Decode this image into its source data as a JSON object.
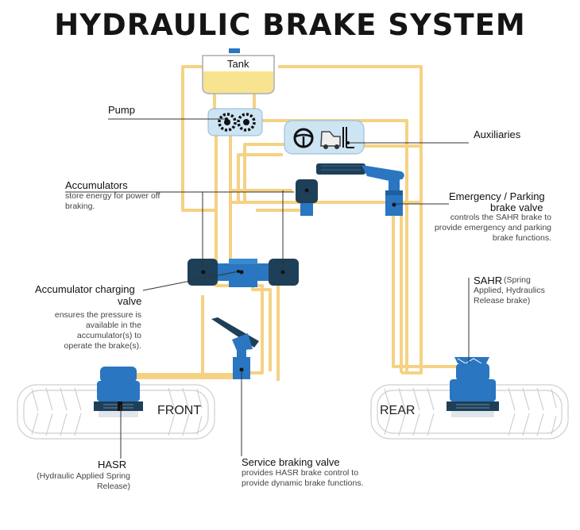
{
  "title": "HYDRAULIC BRAKE SYSTEM",
  "labels": {
    "tank": "Tank",
    "pump": "Pump",
    "auxiliaries": "Auxiliaries",
    "accumulators": "Accumulators",
    "accumulators_desc": "store energy for power off braking.",
    "emergency_title_1": "Emergency / Parking",
    "emergency_title_2": "brake valve",
    "emergency_desc": "controls the SAHR brake to provide emergency and parking brake functions.",
    "acc_charging_title_1": "Accumulator charging",
    "acc_charging_title_2": "valve",
    "acc_charging_desc": "ensures the pressure is available in the accumulator(s) to operate the brake(s).",
    "sahr": "SAHR",
    "sahr_desc": "(Spring Applied, Hydraulics Release brake)",
    "front": "FRONT",
    "rear": "REAR",
    "hasr": "HASR",
    "hasr_desc": "(Hydraulic Applied Spring Release)",
    "service_title": "Service braking valve",
    "service_desc": "provides HASR brake control to provide dynamic brake functions."
  },
  "colors": {
    "pipe": "#f5d283",
    "component_blue": "#2a76c0",
    "dark_navy": "#1e3f58",
    "tank_fill": "#f7e390",
    "light_blue": "#cde4f3",
    "tire_outline": "#c9c9c9"
  }
}
